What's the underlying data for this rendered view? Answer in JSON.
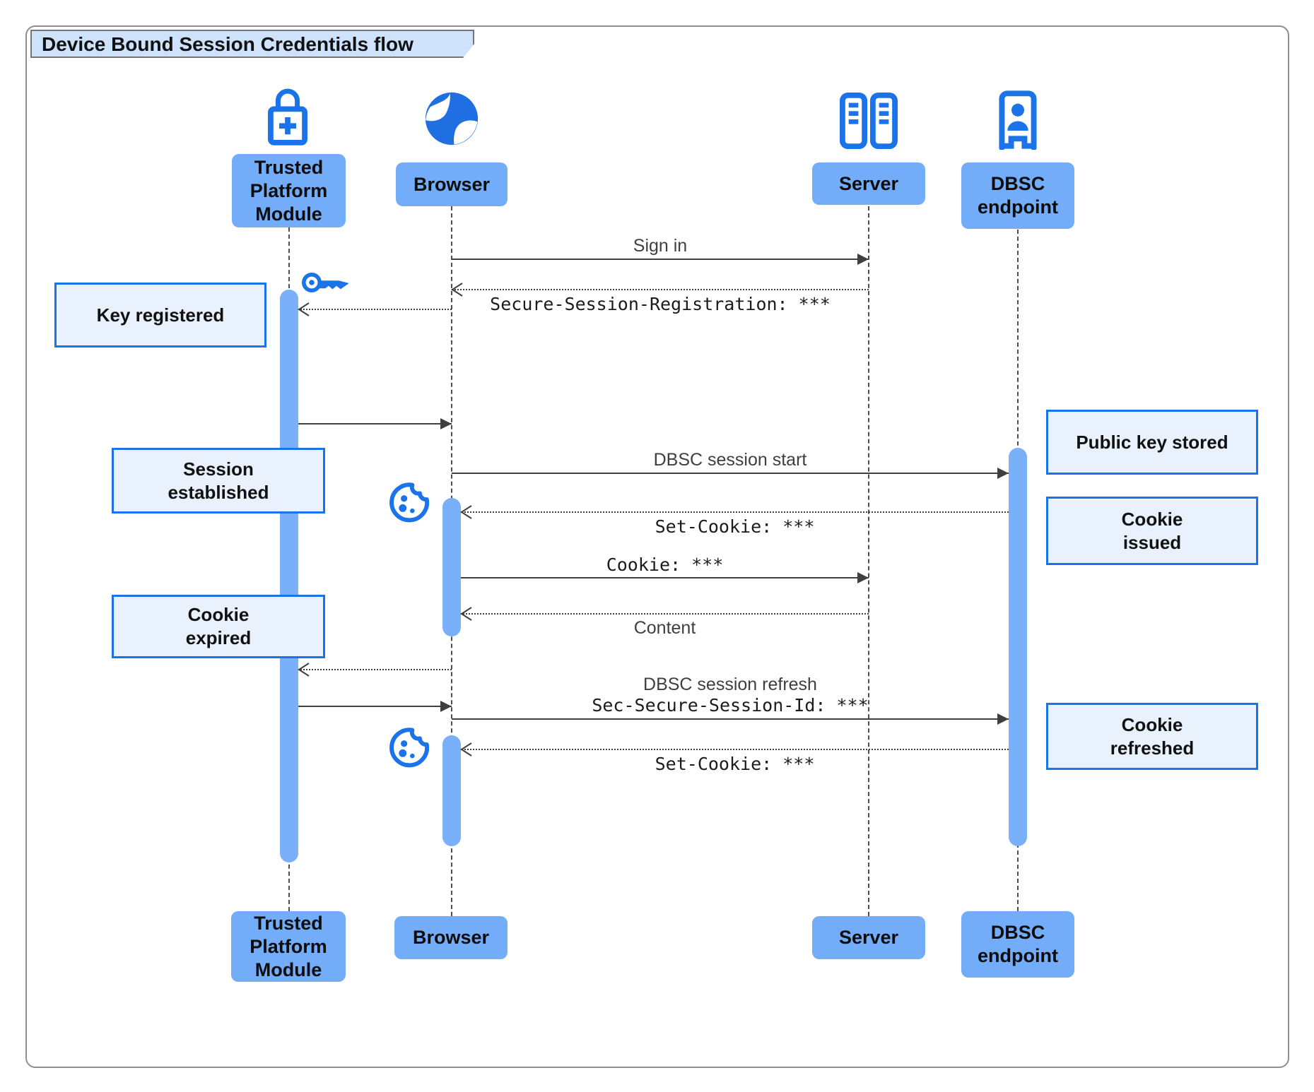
{
  "title": "Device Bound Session Credentials flow",
  "actors": {
    "tpm": {
      "label": "Trusted\nPlatform\nModule",
      "icon": "lock-plus-icon"
    },
    "browser": {
      "label": "Browser",
      "icon": "globe-icon"
    },
    "server": {
      "label": "Server",
      "icon": "server-rack-icon"
    },
    "dbsc": {
      "label": "DBSC\nendpoint",
      "icon": "doorway-person-icon"
    }
  },
  "messages": {
    "sign_in": {
      "label": "Sign in",
      "style": "solid",
      "from": "browser",
      "to": "server"
    },
    "secure_session_registration": {
      "label": "Secure-Session-Registration: ***",
      "style": "dotted",
      "from": "server",
      "to": "browser"
    },
    "browser_to_tpm_register": {
      "label": "",
      "style": "dotted",
      "from": "browser",
      "to": "tpm"
    },
    "tpm_to_browser_key": {
      "label": "",
      "style": "solid",
      "from": "tpm",
      "to": "browser"
    },
    "dbsc_session_start": {
      "label": "DBSC session start",
      "style": "solid",
      "from": "browser",
      "to": "dbsc"
    },
    "set_cookie_1": {
      "label": "Set-Cookie: ***",
      "style": "dotted",
      "from": "dbsc",
      "to": "browser"
    },
    "cookie": {
      "label": "Cookie: ***",
      "style": "solid",
      "from": "browser",
      "to": "server"
    },
    "content": {
      "label": "Content",
      "style": "dotted",
      "from": "server",
      "to": "browser"
    },
    "browser_to_tpm_refresh": {
      "label": "",
      "style": "dotted",
      "from": "browser",
      "to": "tpm"
    },
    "tpm_to_browser_sign": {
      "label": "",
      "style": "solid",
      "from": "tpm",
      "to": "browser"
    },
    "dbsc_session_refresh": {
      "label": "DBSC session refresh",
      "style": "solid",
      "from": "browser",
      "to": "dbsc"
    },
    "sec_secure_session_id": {
      "label": "Sec-Secure-Session-Id: ***",
      "style": "solid",
      "from": "browser",
      "to": "dbsc"
    },
    "set_cookie_2": {
      "label": "Set-Cookie: ***",
      "style": "dotted",
      "from": "dbsc",
      "to": "browser"
    }
  },
  "notes": {
    "key_registered": "Key registered",
    "session_established": "Session\nestablished",
    "cookie_expired": "Cookie\nexpired",
    "public_key_stored": "Public key stored",
    "cookie_issued": "Cookie\nissued",
    "cookie_refreshed": "Cookie\nrefreshed"
  },
  "icons": [
    "lock-plus-icon",
    "globe-icon",
    "server-rack-icon",
    "doorway-person-icon",
    "key-icon",
    "cookie-icon"
  ],
  "colors": {
    "accent_blue": "#1a73e8",
    "actor_fill": "#73adf9",
    "activation_fill": "#79b0f9",
    "note_fill": "#e9f1fd",
    "note_border": "#1a73e8",
    "title_fill": "#cfe2fb",
    "line_color": "#3f3f3f"
  }
}
